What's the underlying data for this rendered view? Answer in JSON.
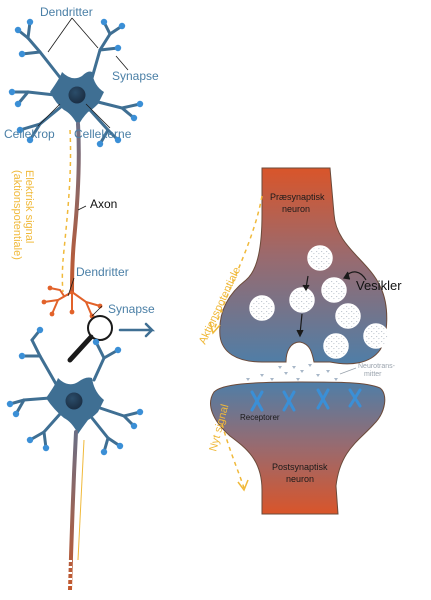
{
  "labels": {
    "dendritter_top": "Dendritter",
    "synapse_top": "Synapse",
    "cellekrop": "Cellekrop",
    "cellekerne": "Cellekerne",
    "axon": "Axon",
    "elektrisk_line1": "Elektrisk signal",
    "elektrisk_line2": "(aktionspotentiale)",
    "dendritter_mid": "Dendritter",
    "synapse_mid": "Synapse",
    "praesynaptisk_line1": "Præsynaptisk",
    "praesynaptisk_line2": "neuron",
    "aktionspotentiale": "Aktionspotentiale",
    "vesikler": "Vesikler",
    "neurotrans_line1": "Neurotrans-",
    "neurotrans_line2": "mitter",
    "receptorer": "Receptorer",
    "nyt_signal": "Nyt signal",
    "postsynaptisk_line1": "Postsynaptisk",
    "postsynaptisk_line2": "neuron"
  },
  "colors": {
    "neuron_blue": "#3f6f93",
    "dendrite_tip": "#3b8fd6",
    "signal_yellow": "#f0b93a",
    "orange": "#e2622a",
    "brown": "#c4582c"
  }
}
